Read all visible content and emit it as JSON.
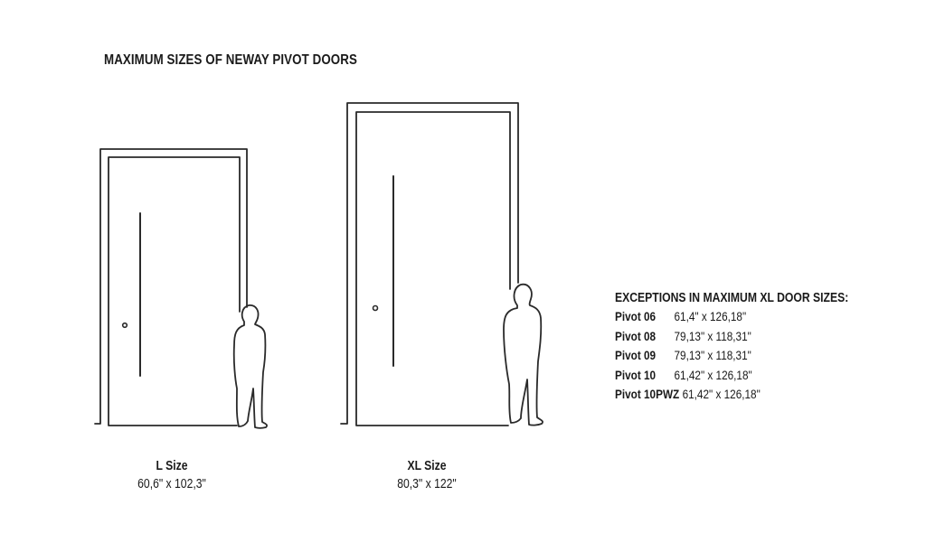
{
  "title": "MAXIMUM SIZES OF NEWAY PIVOT DOORS",
  "doors": [
    {
      "name": "L Size",
      "dimensions": "60,6\" x 102,3\""
    },
    {
      "name": "XL Size",
      "dimensions": "80,3\" x 122\""
    }
  ],
  "exceptions": {
    "title": "EXCEPTIONS IN MAXIMUM XL DOOR SIZES:",
    "items": [
      {
        "model": "Pivot 06",
        "size": "61,4\" x 126,18\""
      },
      {
        "model": "Pivot 08",
        "size": "79,13\" x 118,31\""
      },
      {
        "model": "Pivot 09",
        "size": "79,13\" x 118,31\""
      },
      {
        "model": "Pivot 10",
        "size": "61,42\" x 126,18\""
      },
      {
        "model": "Pivot 10PWZ",
        "size": "61,42\" x 126,18\""
      }
    ]
  },
  "colors": {
    "line": "#2a2a2a",
    "text": "#1a1a1a",
    "background": "#ffffff"
  },
  "icons": [
    "door-frame-icon",
    "door-handle-icon",
    "door-lock-icon",
    "person-silhouette-icon"
  ]
}
